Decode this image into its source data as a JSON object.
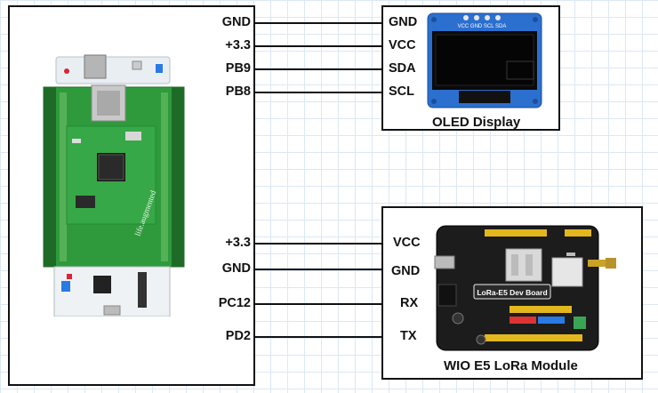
{
  "mcu": {
    "pins": [
      "GND",
      "+3.3",
      "PB9",
      "PB8",
      "+3.3",
      "GND",
      "PC12",
      "PD2"
    ],
    "board_logo": "life.augmented"
  },
  "oled": {
    "title": "OLED Display",
    "pins": [
      "GND",
      "VCC",
      "SDA",
      "SCL"
    ],
    "header_pins": "VCC GND SCL SDA"
  },
  "lora": {
    "title": "WIO E5 LoRa Module",
    "pins": [
      "VCC",
      "GND",
      "RX",
      "TX"
    ],
    "board_label": "LoRa-E5 Dev Board"
  },
  "colors": {
    "wire": "#111111",
    "grid": "#dbe8f5",
    "pcb_green": "#2e9a3c",
    "pcb_black": "#1c1c1c"
  }
}
